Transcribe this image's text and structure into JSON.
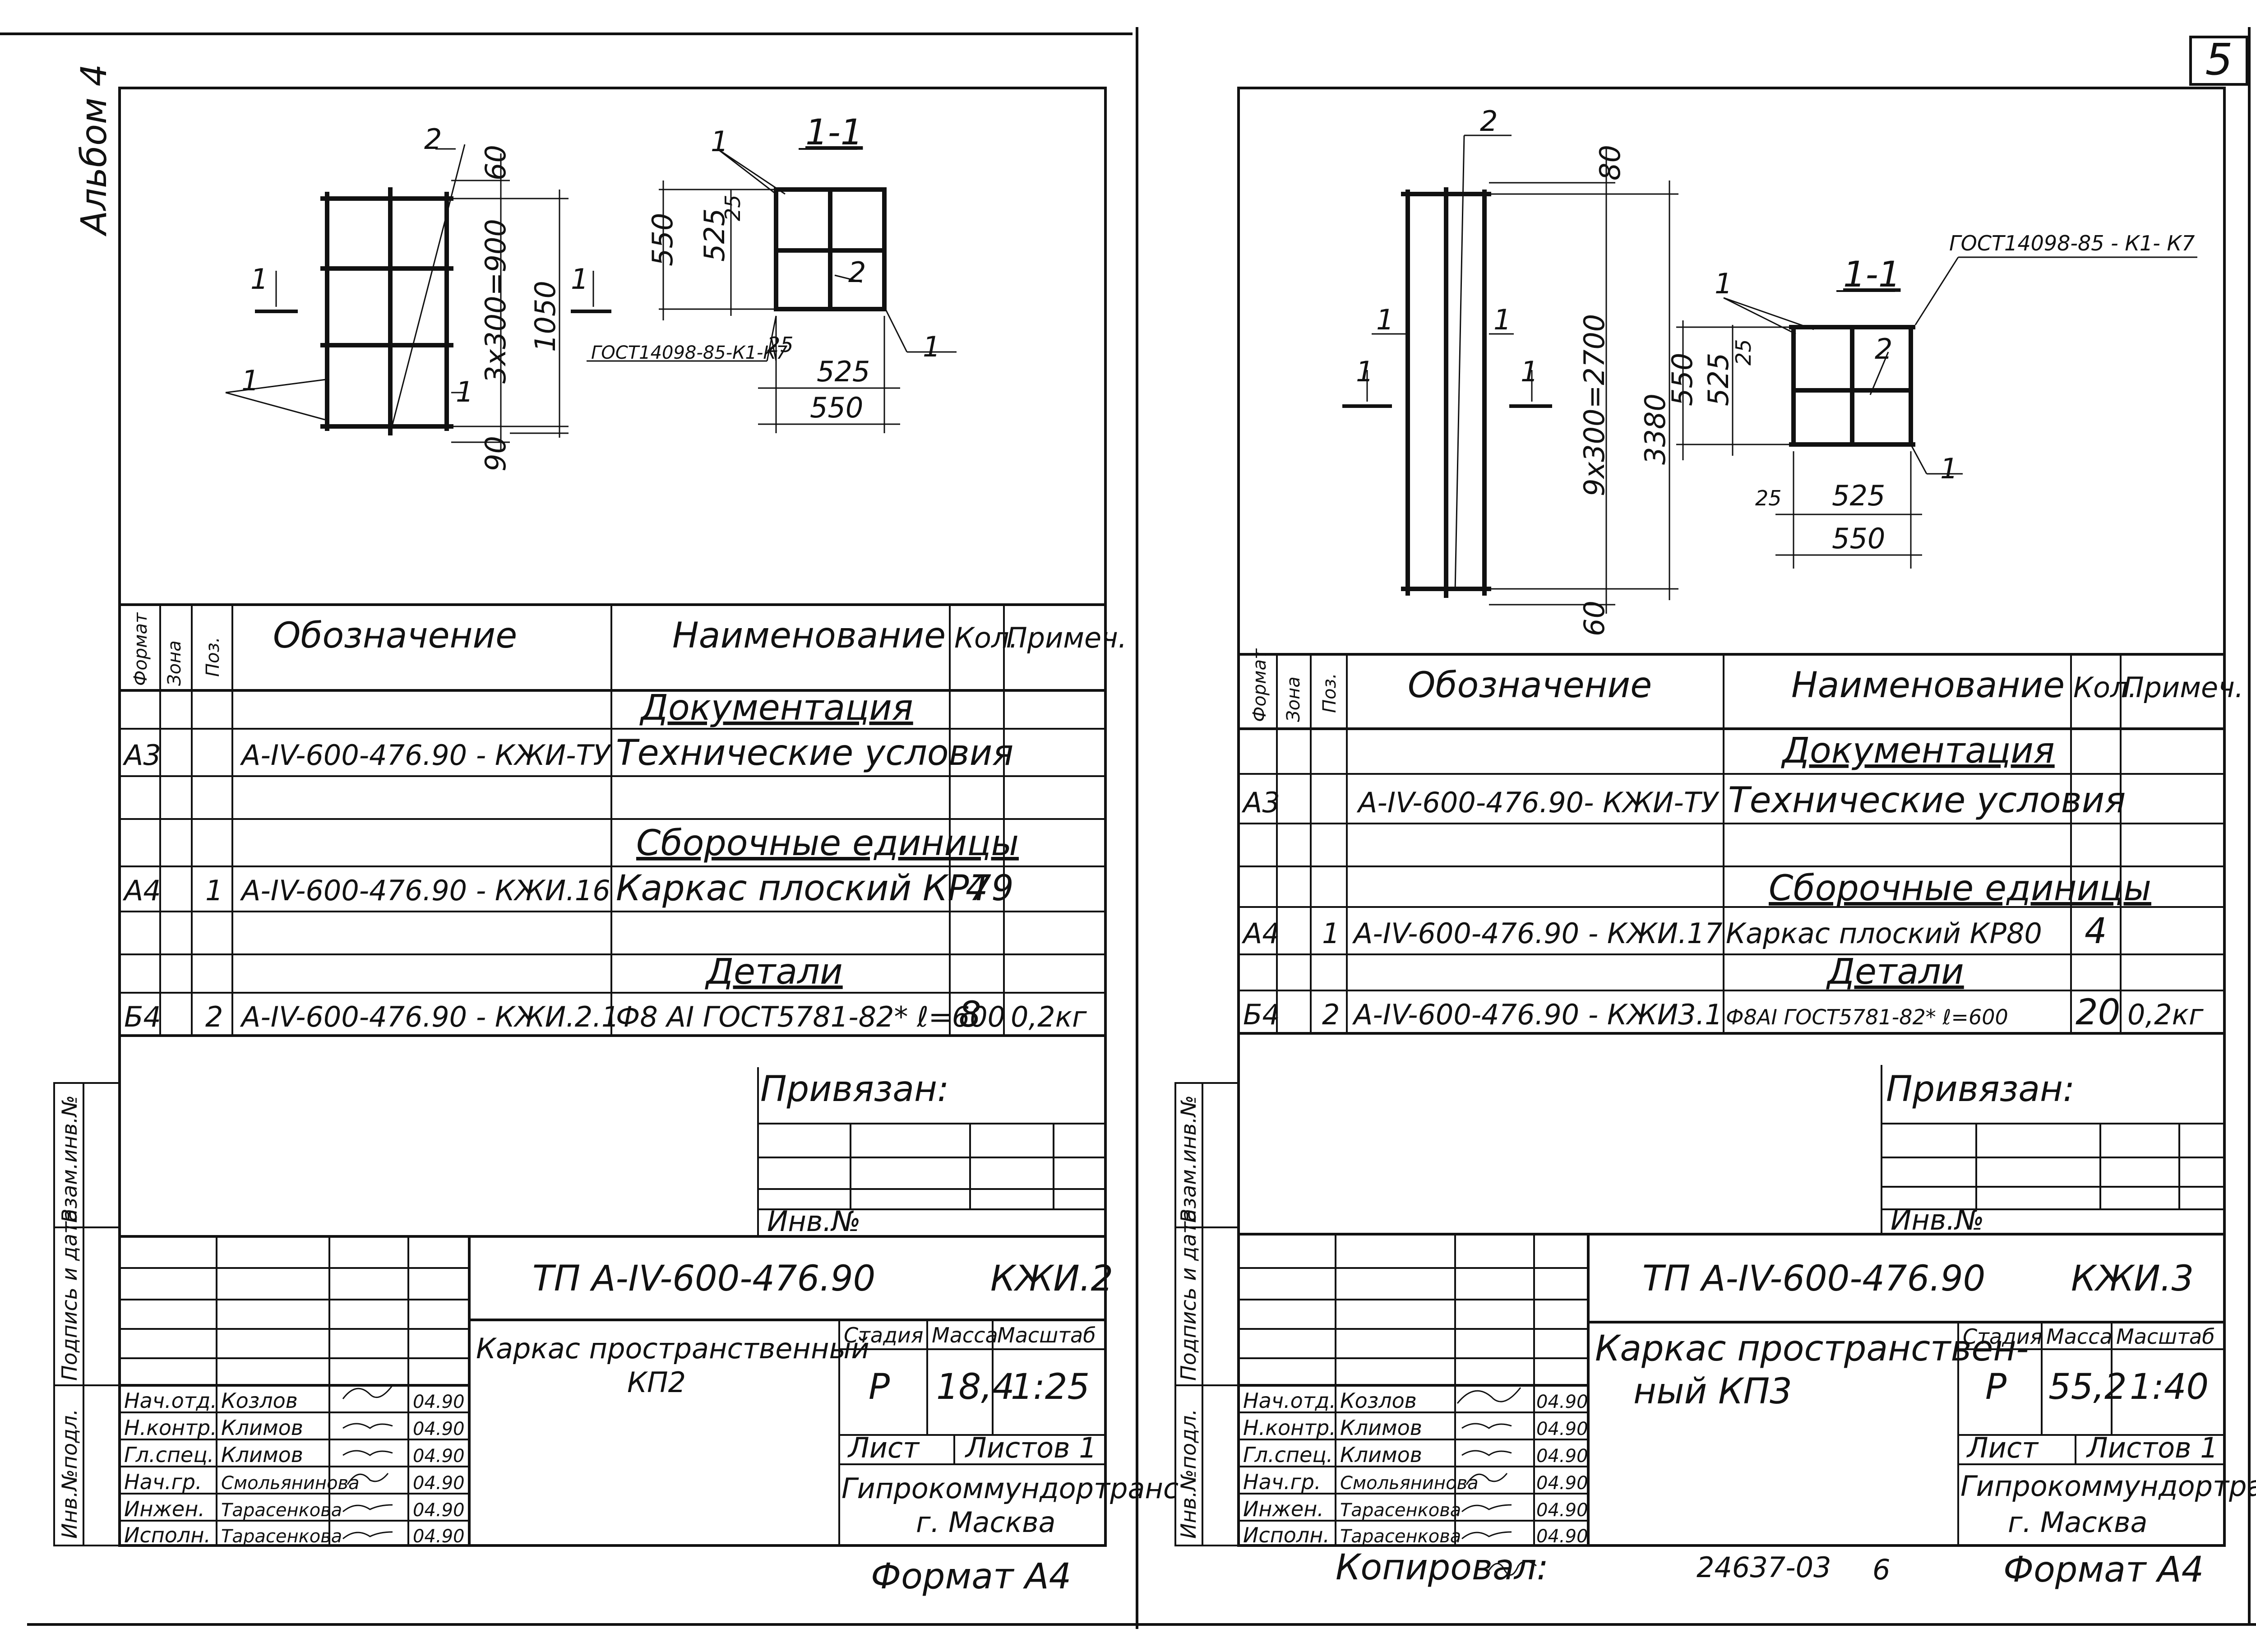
{
  "album": "Альбом 4",
  "page_number": "5",
  "header": {
    "format": "Формат",
    "zone": "Зона",
    "pos": "Поз.",
    "designation": "Обозначение",
    "name": "Наименование",
    "qty": "Кол.",
    "note": "Примеч."
  },
  "stamp_labels": {
    "privyazan": "Привязан:",
    "inv_no": "Инв.№",
    "inv_pod": "Инв.№подл.",
    "podpis": "Подпись и дата",
    "vzam": "Взам.инв.№",
    "stadiya": "Стадия",
    "massa": "Масса",
    "masshtab": "Масштаб",
    "list": "Лист",
    "listov": "Листов 1",
    "org1": "Гипрокоммундортранс",
    "org2": "г. Масква",
    "format": "Формат А4"
  },
  "staff": [
    {
      "role": "Нач.отд.",
      "name": "Козлов",
      "date": "04.90"
    },
    {
      "role": "Н.контр.",
      "name": "Климов",
      "date": "04.90"
    },
    {
      "role": "Гл.спец.",
      "name": "Климов",
      "date": "04.90"
    },
    {
      "role": "Нач.гр.",
      "name": "Смольянинова",
      "date": "04.90"
    },
    {
      "role": "Инжен.",
      "name": "Тарасенкова",
      "date": "04.90"
    },
    {
      "role": "Исполн.",
      "name": "Тарасенкова",
      "date": "04.90"
    }
  ],
  "sheets": [
    {
      "rows": [
        {
          "format": "",
          "pos": "",
          "designation": "",
          "name": "Документация",
          "qty": "",
          "note": ""
        },
        {
          "format": "А3",
          "pos": "",
          "designation": "А-IV-600-476.90 - КЖИ-ТУ",
          "name": "Технические условия",
          "qty": "",
          "note": ""
        },
        {
          "format": "",
          "pos": "",
          "designation": "",
          "name": "",
          "qty": "",
          "note": ""
        },
        {
          "format": "",
          "pos": "",
          "designation": "",
          "name": "Сборочные единицы",
          "qty": "",
          "note": ""
        },
        {
          "format": "А4",
          "pos": "1",
          "designation": "А-IV-600-476.90 - КЖИ.16",
          "name": "Каркас плоский КР79",
          "qty": "4",
          "note": ""
        },
        {
          "format": "",
          "pos": "",
          "designation": "",
          "name": "",
          "qty": "",
          "note": ""
        },
        {
          "format": "",
          "pos": "",
          "designation": "",
          "name": "Детали",
          "qty": "",
          "note": ""
        },
        {
          "format": "Б4",
          "pos": "2",
          "designation": "А-IV-600-476.90 - КЖИ.2.1",
          "name": "Ф8 АI ГОСТ5781-82* ℓ=600",
          "qty": "8",
          "note": "0,2кг"
        }
      ],
      "code": "ТП  А-IV-600-476.90",
      "mark": "КЖИ.2",
      "title1": "Каркас пространственный",
      "title2": "КП2",
      "stadiya": "Р",
      "massa": "18,4",
      "masshtab": "1:25",
      "drawing": {
        "section": "1-1",
        "dims": [
          "60",
          "3x300=900",
          "1050",
          "90",
          "550",
          "525",
          "25",
          "25",
          "525",
          "550"
        ],
        "gost": "ГОСТ14098-85-К1-К7",
        "pos": [
          "1",
          "2",
          "1",
          "1",
          "1",
          "2",
          "1"
        ],
        "cut": "1"
      }
    },
    {
      "rows": [
        {
          "format": "",
          "pos": "",
          "designation": "",
          "name": "Документация",
          "qty": "",
          "note": ""
        },
        {
          "format": "А3",
          "pos": "",
          "designation": "А-IV-600-476.90- КЖИ-ТУ",
          "name": "Технические условия",
          "qty": "",
          "note": ""
        },
        {
          "format": "",
          "pos": "",
          "designation": "",
          "name": "",
          "qty": "",
          "note": ""
        },
        {
          "format": "",
          "pos": "",
          "designation": "",
          "name": "Сборочные единицы",
          "qty": "",
          "note": ""
        },
        {
          "format": "А4",
          "pos": "1",
          "designation": "А-IV-600-476.90    - КЖИ.17",
          "name": "Каркас плоский КР80",
          "qty": "4",
          "note": ""
        },
        {
          "format": "",
          "pos": "",
          "designation": "",
          "name": "Детали",
          "qty": "",
          "note": ""
        },
        {
          "format": "Б4",
          "pos": "2",
          "designation": "А-IV-600-476.90    - КЖИ3.1",
          "name": "Ф8АI ГОСТ5781-82* ℓ=600",
          "qty": "20",
          "note": "0,2кг"
        }
      ],
      "code": "ТП  А-IV-600-476.90",
      "mark": "КЖИ.3",
      "title1": "Каркас пространствен-",
      "title2": "ный  КП3",
      "stadiya": "Р",
      "massa": "55,2",
      "masshtab": "1:40",
      "drawing": {
        "section": "1-1",
        "dims": [
          "80",
          "9x300=2700",
          "3380",
          "60",
          "550",
          "525",
          "25",
          "25",
          "525",
          "550"
        ],
        "gost": "ГОСТ14098-85 - К1- К7",
        "pos": [
          "2",
          "1",
          "1",
          "1",
          "2",
          "1"
        ],
        "cut": "1"
      }
    }
  ],
  "footer": {
    "copied": "Копировал:",
    "number": "24637-03",
    "sheet": "6"
  }
}
